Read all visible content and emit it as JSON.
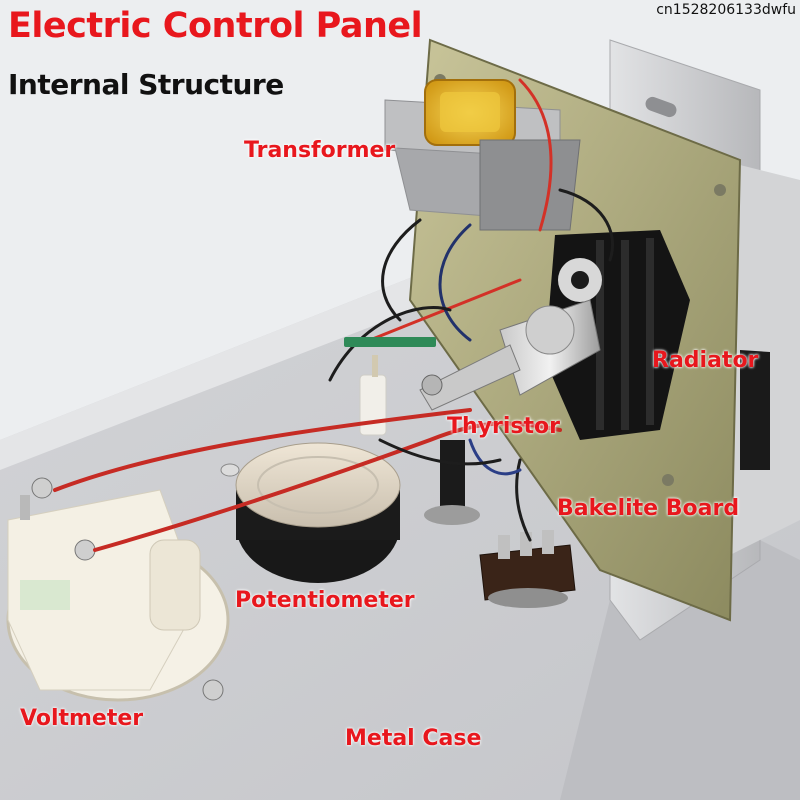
{
  "header": {
    "title": "Electric Control Panel",
    "subtitle": "Internal Structure"
  },
  "watermark": "cn1528206133dwfu",
  "labels": {
    "transformer": "Transformer",
    "radiator": "Radiator",
    "thyristor": "Thyristor",
    "bakelite_board": "Bakelite Board",
    "potentiometer": "Potentiometer",
    "voltmeter": "Voltmeter",
    "metal_case": "Metal Case"
  },
  "colors": {
    "label_red": "#e8171d",
    "title_red": "#e8171d",
    "subtitle_black": "#111111"
  }
}
